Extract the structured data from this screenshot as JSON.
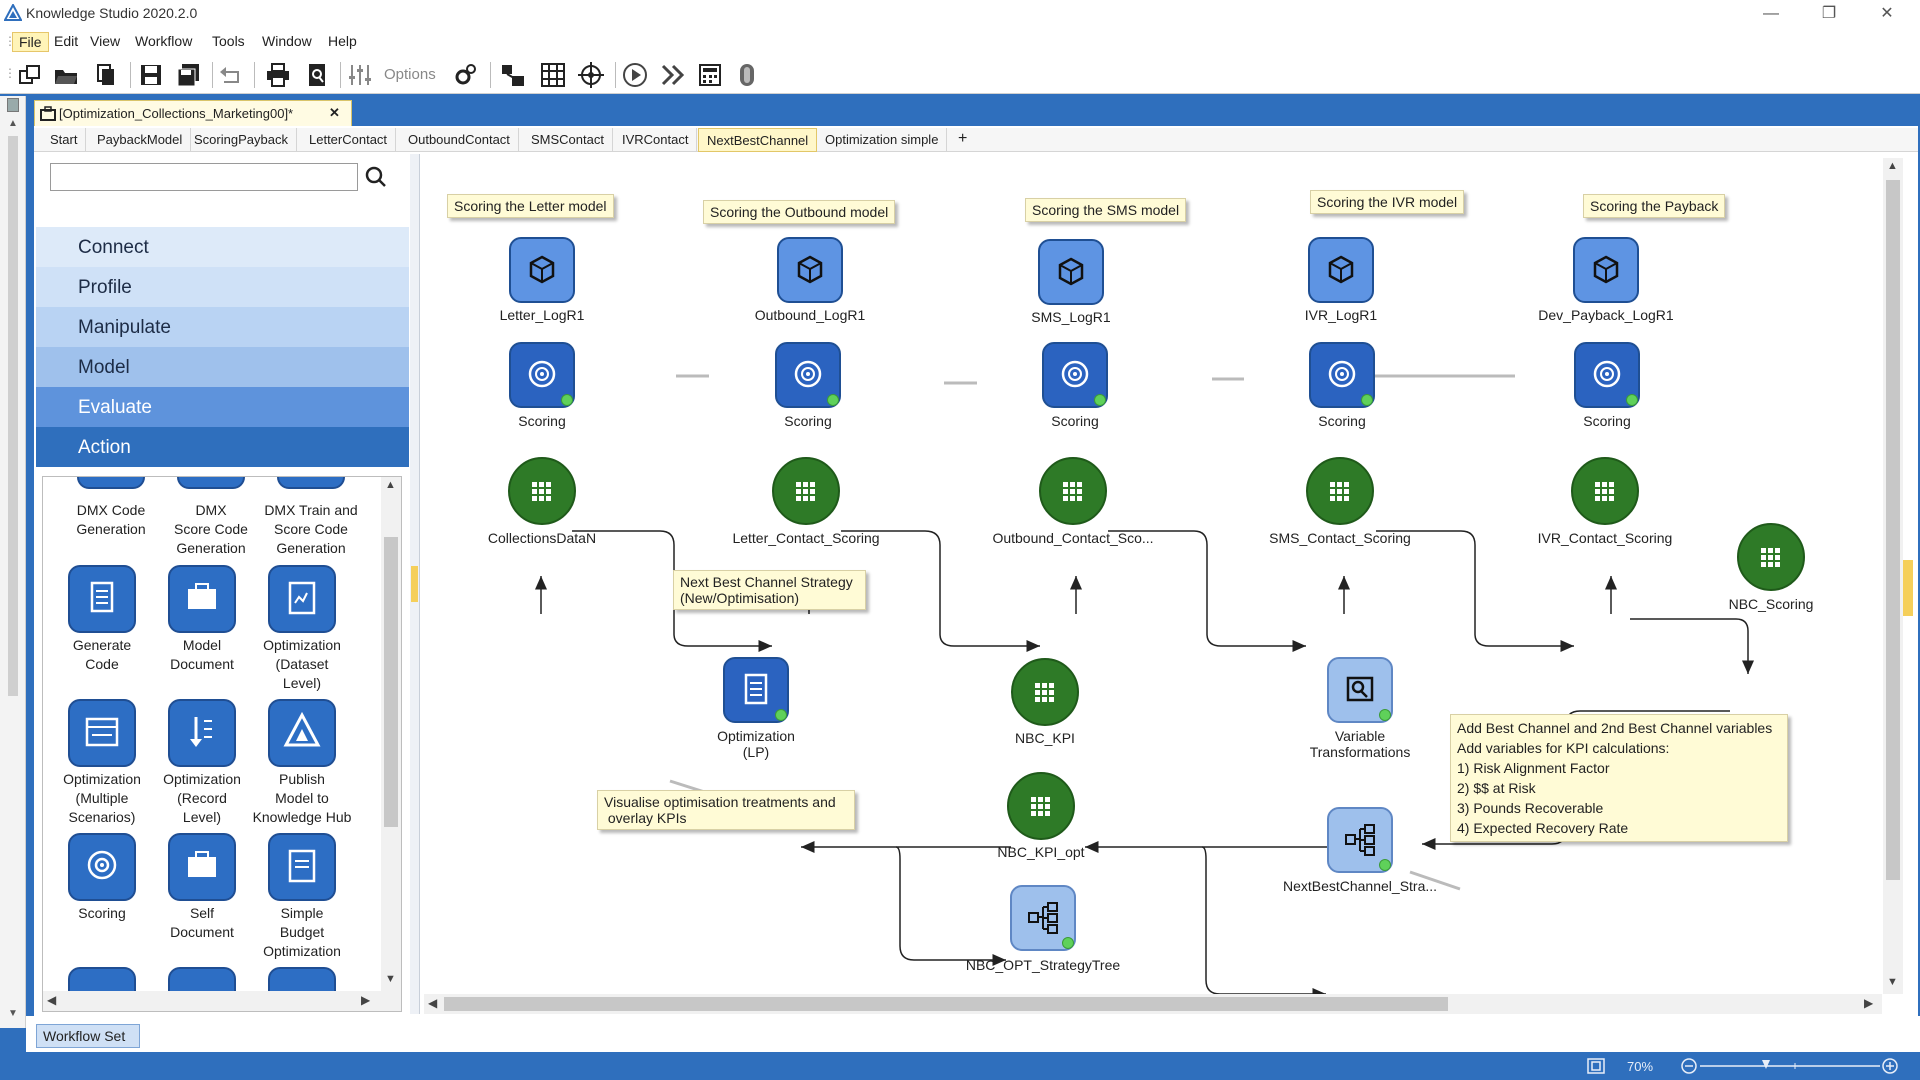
{
  "window": {
    "title": "Knowledge Studio 2020.2.0",
    "controls": [
      "—",
      "❐",
      "✕"
    ]
  },
  "menu": [
    "File",
    "Edit",
    "View",
    "Workflow",
    "Tools",
    "Window",
    "Help"
  ],
  "toolbar": {
    "options_label": "Options"
  },
  "document_tab": {
    "label": "[Optimization_Collections_Marketing00]*",
    "close": "✕"
  },
  "workflow_tabs": [
    {
      "label": "Start"
    },
    {
      "label": "PaybackModel"
    },
    {
      "label": "ScoringPayback"
    },
    {
      "label": "LetterContact"
    },
    {
      "label": "OutboundContact"
    },
    {
      "label": "SMSContact"
    },
    {
      "label": "IVRContact"
    },
    {
      "label": "NextBestChannel",
      "active": true
    },
    {
      "label": "Optimization simple"
    }
  ],
  "add_tab": "+",
  "palette": {
    "search_value": "",
    "categories": [
      "Connect",
      "Profile",
      "Manipulate",
      "Model",
      "Evaluate",
      "Action"
    ],
    "tools": [
      [
        "DMX Code",
        "Generation"
      ],
      [
        "DMX",
        "Score Code",
        "Generation"
      ],
      [
        "DMX Train and",
        "Score Code",
        "Generation"
      ],
      [
        "Generate",
        "Code"
      ],
      [
        "Model",
        "Document"
      ],
      [
        "Optimization",
        "(Dataset",
        "Level)"
      ],
      [
        "Optimization",
        "(Multiple",
        "Scenarios)"
      ],
      [
        "Optimization",
        "(Record",
        "Level)"
      ],
      [
        "Publish",
        "Model to",
        "Knowledge Hub"
      ],
      [
        "Scoring"
      ],
      [
        "Self",
        "Document"
      ],
      [
        "Simple",
        "Budget",
        "Optimization"
      ]
    ]
  },
  "canvas": {
    "notes": {
      "letter": "Scoring the Letter model",
      "outbound": "Scoring the Outbound model",
      "sms": "Scoring the SMS model",
      "ivr": "Scoring the IVR model",
      "payback": "Scoring the Payback",
      "nbc_strategy_1": "Next Best Channel Strategy",
      "nbc_strategy_2": "(New/Optimisation)",
      "visualise_1": "Visualise optimisation treatments and",
      "visualise_2": " overlay KPIs",
      "add_vars": [
        "Add Best Channel and 2nd Best Channel variables",
        "Add variables for KPI calculations:",
        "1) Risk Alignment Factor",
        "2) $$ at Risk",
        "3) Pounds Recoverable",
        "4) Expected Recovery Rate"
      ]
    },
    "nodes": {
      "letter_logr": "Letter_LogR1",
      "outbound_logr": "Outbound_LogR1",
      "sms_logr": "SMS_LogR1",
      "ivr_logr": "IVR_LogR1",
      "payback_logr": "Dev_Payback_LogR1",
      "scoring": "Scoring",
      "collections": "CollectionsDataN",
      "letter_contact": "Letter_Contact_Scoring",
      "outbound_contact": "Outbound_Contact_Sco...",
      "sms_contact": "SMS_Contact_Scoring",
      "ivr_contact": "IVR_Contact_Scoring",
      "nbc_scoring": "NBC_Scoring",
      "optimization_1": "Optimization",
      "optimization_2": "(LP)",
      "nbc_kpi": "NBC_KPI",
      "var_trans_1": "Variable",
      "var_trans_2": "Transformations",
      "nbc_kpi_opt": "NBC_KPI_opt",
      "nbc_strategy_tree": "NextBestChannel_Stra...",
      "nbc_opt_tree": "NBC_OPT_StrategyTree"
    }
  },
  "status": {
    "workflow_set": "Workflow Set",
    "zoom": "70%"
  },
  "colors": {
    "frame_blue": "#2f6fbd",
    "model_node": "#5e94e3",
    "score_node": "#2b63c0",
    "data_node": "#2e7a27",
    "note_bg": "#fffbd6"
  }
}
